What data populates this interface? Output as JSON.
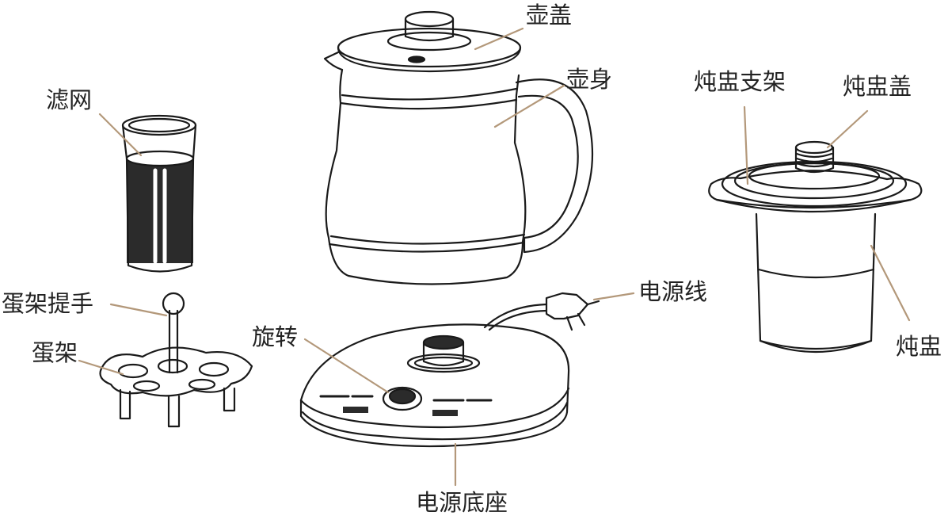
{
  "labels": {
    "lid": "壶盖",
    "body": "壶身",
    "filter": "滤网",
    "egg_handle": "蛋架提手",
    "egg_rack": "蛋架",
    "rotate": "旋转",
    "power_cord": "电源线",
    "power_base": "电源底座",
    "stew_stand": "炖盅支架",
    "stew_lid": "炖盅盖",
    "stew_pot": "炖盅"
  },
  "colors": {
    "leader": "#b3987a",
    "outline": "#1a1a1a",
    "text": "#222222",
    "background": "#ffffff"
  }
}
